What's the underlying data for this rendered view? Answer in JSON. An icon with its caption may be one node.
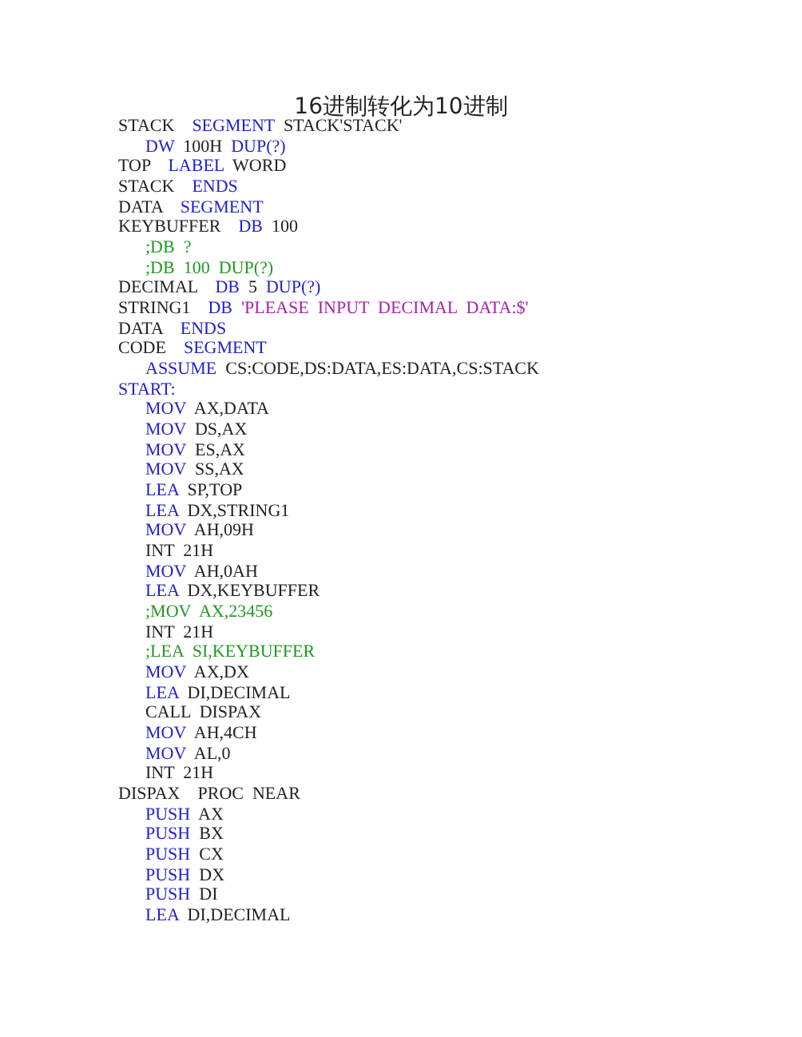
{
  "diagram": {
    "title": "16进制转化为10进制",
    "labels": [
      "STACK SEGMENT STACK'STACK'",
      "DW 100H DUP(?)",
      "TOP LABEL WORD",
      "STACK ENDS",
      "DATA SEGMENT",
      "KEYBUFFER DB 100",
      ";DB ?",
      ";DB 100 DUP(?)",
      "DECIMAL DB 5 DUP(?)",
      "STRING1 DB 'PLEASE INPUT DECIMAL DATA:$'",
      "DATA ENDS",
      "CODE SEGMENT",
      "ASSUME CS:CODE,DS:DATA,ES:DATA,CS:STACK",
      "START:",
      "MOV AX,DATA",
      "MOV DS,AX",
      "MOV ES,AX",
      "MOV SS,AX",
      "LEA SP,TOP",
      "LEA DX,STRING1",
      "MOV AH,09H",
      "INT 21H",
      "MOV AH,0AH",
      "LEA DX,KEYBUFFER",
      ";MOV AX,23456",
      "INT 21H",
      ";LEA SI,KEYBUFFER",
      "MOV AX,DX",
      "LEA DI,DECIMAL",
      "CALL DISPAX",
      "MOV AH,4CH",
      "MOV AL,0",
      "INT 21H",
      "DISPAX PROC NEAR",
      "PUSH AX",
      "PUSH BX",
      "PUSH CX",
      "PUSH DX",
      "PUSH DI",
      "LEA DI,DECIMAL"
    ]
  }
}
